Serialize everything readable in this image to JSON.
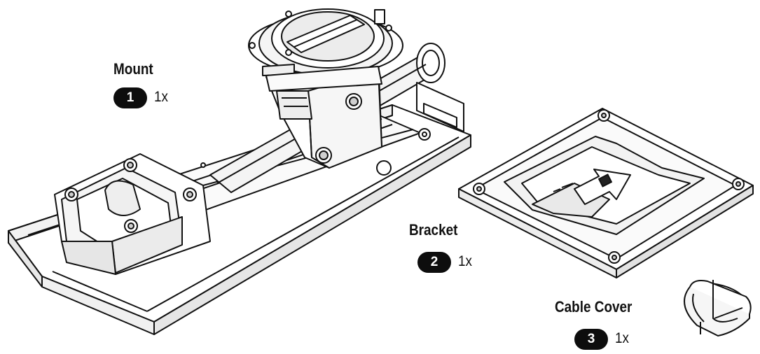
{
  "parts": [
    {
      "label": "Mount",
      "number": "1",
      "qty": "1x",
      "icon": "mount-icon"
    },
    {
      "label": "Bracket",
      "number": "2",
      "qty": "1x",
      "icon": "bracket-icon"
    },
    {
      "label": "Cable Cover",
      "number": "3",
      "qty": "1x",
      "icon": "cable-cover-icon"
    }
  ],
  "colors": {
    "line": "#111111",
    "badge": "#0d0d0d",
    "badge_text": "#ffffff"
  }
}
